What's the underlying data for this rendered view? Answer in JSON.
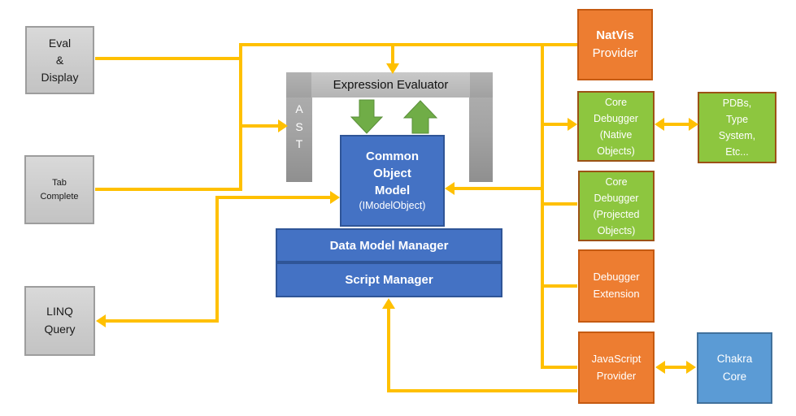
{
  "boxes": {
    "eval_display": {
      "lines": [
        "Eval",
        "&",
        "Display"
      ]
    },
    "tab_complete": {
      "lines": [
        "Tab",
        "Complete"
      ]
    },
    "linq_query": {
      "lines": [
        "LINQ",
        "Query"
      ]
    },
    "ast": {
      "letters": [
        "A",
        "S",
        "T"
      ]
    },
    "expression_evaluator": {
      "label": "Expression Evaluator"
    },
    "common_object_model": {
      "lines": [
        "Common",
        "Object",
        "Model"
      ],
      "subtitle": "(IModelObject)"
    },
    "data_model_manager": {
      "label": "Data Model Manager"
    },
    "script_manager": {
      "label": "Script Manager"
    },
    "natvis_provider": {
      "lines": [
        "NatVis",
        "Provider"
      ]
    },
    "core_debugger_native": {
      "lines": [
        "Core",
        "Debugger",
        "(Native",
        "Objects)"
      ]
    },
    "pdbs": {
      "lines": [
        "PDBs,",
        "Type",
        "System,",
        "Etc..."
      ]
    },
    "core_debugger_projected": {
      "lines": [
        "Core",
        "Debugger",
        "(Projected",
        "Objects)"
      ]
    },
    "debugger_extension": {
      "lines": [
        "Debugger",
        "Extension"
      ]
    },
    "javascript_provider": {
      "lines": [
        "JavaScript",
        "Provider"
      ]
    },
    "chakra_core": {
      "lines": [
        "Chakra",
        "Core"
      ]
    }
  },
  "colors": {
    "connector": "#FFC000",
    "green_arrow": "#70AD47",
    "blue_fill": "#4472C4",
    "blue_border": "#2F5597",
    "orange_fill": "#ED7D31",
    "orange_border": "#C55A11",
    "green_fill": "#8DC63F",
    "green_border": "#9C5215",
    "lightblue_fill": "#5B9BD5",
    "lightblue_border": "#41719C",
    "gray_fill": "#CFCFCF",
    "gray_border": "#9D9D9D"
  }
}
